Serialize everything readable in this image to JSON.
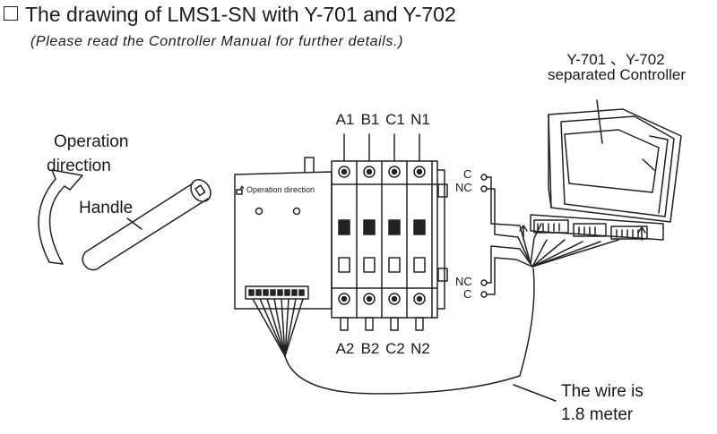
{
  "title": "The drawing of LMS1-SN with Y-701 and Y-702",
  "subtitle": "(Please read  the Controller Manual for further details.)",
  "controller": {
    "line1": "Y-701 、Y-702",
    "line2": "separated Controller"
  },
  "operation": {
    "line1": "Operation",
    "line2": "direction"
  },
  "handle": "Handle",
  "switch_label": "Operation direction",
  "top_terminals": [
    "A1",
    "B1",
    "C1",
    "N1"
  ],
  "bottom_terminals": [
    "A2",
    "B2",
    "C2",
    "N2"
  ],
  "aux_top": {
    "c": "C",
    "nc": "NC"
  },
  "aux_bottom": {
    "nc": "NC",
    "c": "C"
  },
  "wire_note": {
    "line1": "The wire is",
    "line2": "1.8 meter"
  }
}
